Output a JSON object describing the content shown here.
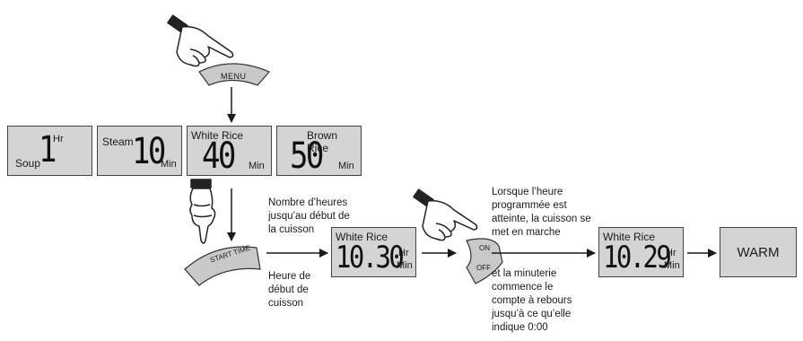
{
  "buttons": {
    "menu": "MENU",
    "start_time": "START TIME",
    "on": "ON",
    "off": "OFF"
  },
  "displays": {
    "soup": {
      "label": "Soup",
      "value": "1",
      "unit": "Hr"
    },
    "steam": {
      "label": "Steam",
      "value": "10",
      "unit": "Min"
    },
    "white_rice": {
      "label": "White Rice",
      "value": "40",
      "unit": "Min"
    },
    "brown_rice": {
      "label": "Brown Rice",
      "value": "50",
      "unit": "Min"
    },
    "timer_set": {
      "label": "White Rice",
      "value": "10.30",
      "unit_top": "Hr",
      "unit_bottom": "Min"
    },
    "timer_run": {
      "label": "White Rice",
      "value": "10.29",
      "unit_top": "Hr",
      "unit_bottom": "Min"
    },
    "warm": {
      "value": "WARM"
    }
  },
  "notes": {
    "hours_until": [
      "Nombre d’heures",
      "jusqu’au début de",
      "la cuisson"
    ],
    "start_hour": [
      "Heure de",
      "début de",
      "cuisson"
    ],
    "when_reached": [
      "Lorsque l’heure",
      "programmée est",
      "atteinte, la cuisson se",
      "met en marche"
    ],
    "countdown": [
      "et la minuterie",
      "commence le",
      "compte à rebours",
      "jusqu’à ce qu’elle",
      "indique 0:00"
    ]
  }
}
